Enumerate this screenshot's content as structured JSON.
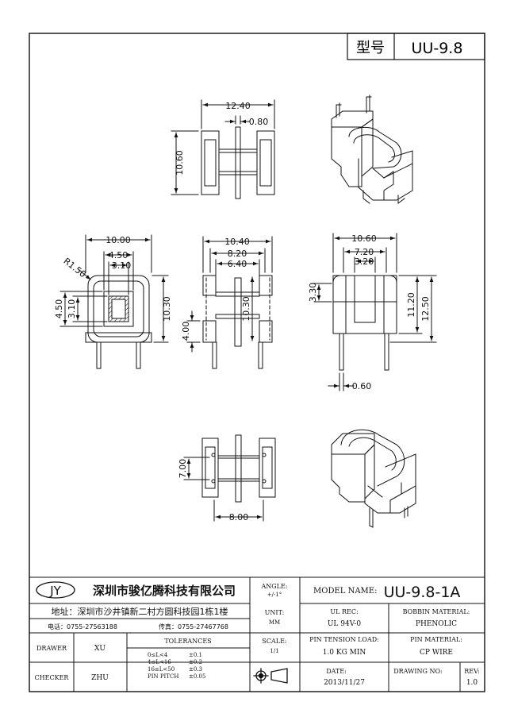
{
  "title_block": {
    "model_label_cn": "型号",
    "model_value": "UU-9.8",
    "company_logo_text": "JY",
    "company_name": "深圳市骏亿腾科技有限公司",
    "address": "地址：深圳市沙井镇新二村方圆科技园1栋1楼",
    "phone": "电话：0755-27563188",
    "fax": "传真：0755-27467768",
    "angle_label": "ANGLE:",
    "angle_value": "+/-1°",
    "unit_label": "UNIT:",
    "unit_value": "MM",
    "scale_label": "SCALE:",
    "scale_value": "1/1",
    "model_name_label": "MODEL NAME:",
    "model_name_value": "UU-9.8-1A",
    "ul_rec_label": "UL REC:",
    "ul_rec_value": "UL 94V-0",
    "bobbin_material_label": "BOBBIN MATERIAL:",
    "bobbin_material_value": "PHENOLIC",
    "pin_tension_label": "PIN TENSION LOAD:",
    "pin_tension_value": "1.0 KG MIN",
    "pin_material_label": "PIN MATERIAL:",
    "pin_material_value": "CP WIRE",
    "date_label": "DATE:",
    "date_value": "2013/11/27",
    "drawing_no_label": "DRAWING NO:",
    "rev_label": "REV:",
    "rev_value": "1.0",
    "drawer_label": "DRAWER",
    "drawer_value": "XU",
    "checker_label": "CHECKER",
    "checker_value": "ZHU",
    "tolerances_title": "TOLERANCES",
    "tolerances": [
      {
        "range": "0≤L<4",
        "tol": "±0.1"
      },
      {
        "range": "4≤L<16",
        "tol": "±0.2"
      },
      {
        "range": "16≤L<50",
        "tol": "±0.3"
      },
      {
        "range": "PIN PITCH",
        "tol": "±0.05"
      }
    ]
  },
  "dimensions": {
    "top_width": "12.40",
    "top_pin": "0.80",
    "top_height": "10.60",
    "front_width": "10.00",
    "front_inner": "4.50",
    "front_window": "3.10",
    "front_radius": "R1.50",
    "front_h1": "4.50",
    "front_h2": "3.10",
    "front_height": "10.30",
    "side_w1": "10.40",
    "side_w2": "8.20",
    "side_w3": "6.40",
    "side_h": "10.30",
    "side_pin": "4.00",
    "right_w1": "10.60",
    "right_w2": "7.20",
    "right_w3": "3.20",
    "right_h1": "3.30",
    "right_h2": "11.20",
    "right_h3": "12.50",
    "right_pin": "0.60",
    "bottom_h": "7.00",
    "bottom_w": "8.00"
  }
}
